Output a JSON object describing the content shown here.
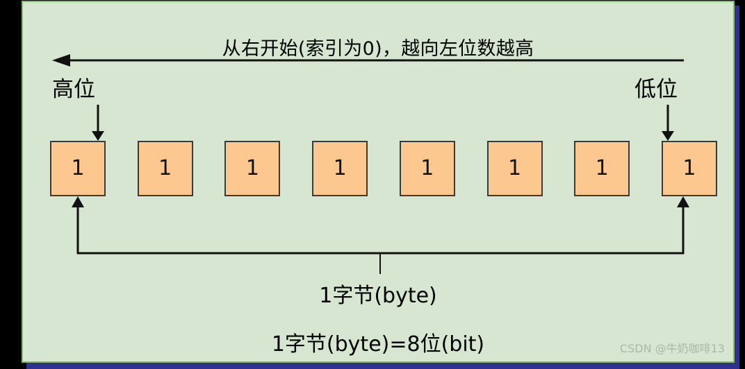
{
  "slide": {
    "background_color": "#d6e6d0",
    "frame_color": "#86bd6a",
    "shadow_color": "#2e3191",
    "outer_color": "#000000"
  },
  "diagram": {
    "type": "byte-bit-layout",
    "top_caption": "从右开始(索引为0)，越向左位数越高",
    "top_arrow_direction": "left",
    "label_high": "高位",
    "label_low": "低位",
    "bits": [
      "1",
      "1",
      "1",
      "1",
      "1",
      "1",
      "1",
      "1"
    ],
    "bit_count": 8,
    "bit_fill_color": "#fcc890",
    "bit_border_color": "#3a3a3a",
    "bracket_caption": "1字节(byte)",
    "summary_caption": "1字节(byte)=8位(bit)"
  },
  "watermark": {
    "text": "CSDN @牛奶咖啡13"
  }
}
